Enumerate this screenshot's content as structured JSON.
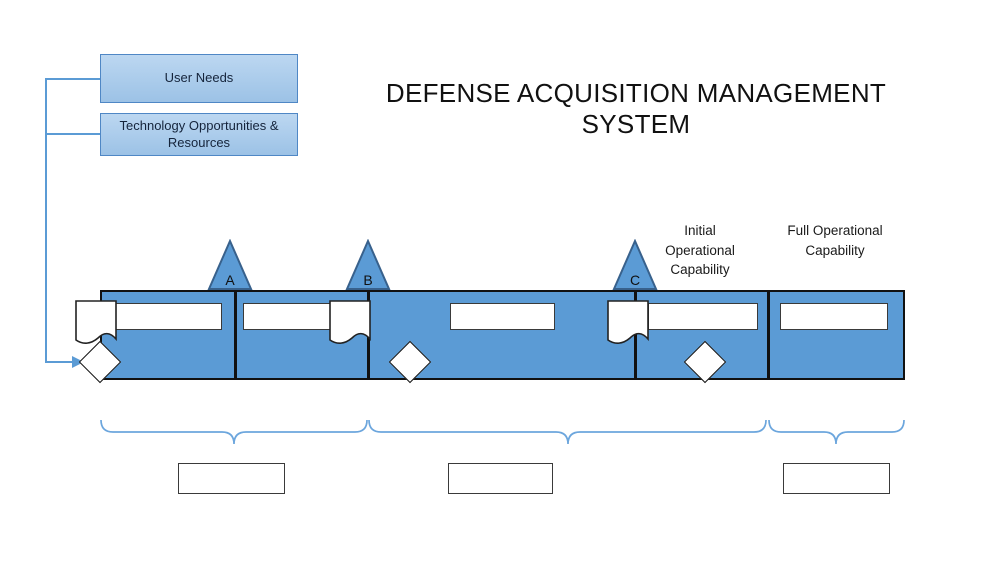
{
  "title": "DEFENSE ACQUISITION MANAGEMENT SYSTEM",
  "inputs": {
    "user_needs": "User Needs",
    "tech_opportunities": "Technology Opportunities & Resources"
  },
  "milestones": [
    {
      "label": "A"
    },
    {
      "label": "B"
    },
    {
      "label": "C"
    }
  ],
  "capabilities": {
    "initial": "Initial Operational Capability",
    "full": "Full Operational Capability"
  },
  "colors": {
    "process_blue": "#5b9bd5",
    "input_box_fill": "#9cc2e6",
    "connector_blue": "#5b9bd5",
    "triangle_outline": "#38618c",
    "outline_black": "#111111"
  }
}
